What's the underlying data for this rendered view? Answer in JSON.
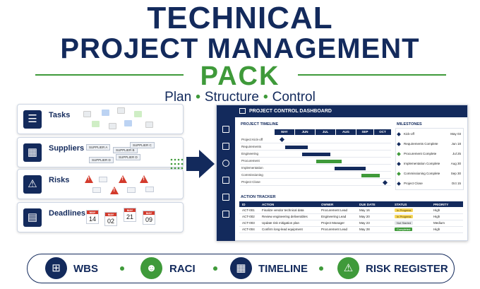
{
  "header": {
    "title_line1": "TECHNICAL",
    "title_line2": "PROJECT MANAGEMENT",
    "title_line3": "PACK",
    "tagline": [
      "Plan",
      "Structure",
      "Control"
    ]
  },
  "colors": {
    "navy": "#132a5c",
    "green": "#3f9a3a",
    "red": "#d33a2c",
    "yellow": "#f6d75c"
  },
  "cards": [
    {
      "label": "Tasks",
      "icon": "checklist-icon"
    },
    {
      "label": "Suppliers",
      "icon": "supplier-boxes-icon"
    },
    {
      "label": "Risks",
      "icon": "warning-icon"
    },
    {
      "label": "Deadlines",
      "icon": "calendar-icon"
    }
  ],
  "suppliers": [
    "SUPPLIER A",
    "SUPPLIER B",
    "SUPPLIER C",
    "SUPPLIER D",
    "SUPPLIER D"
  ],
  "deadline_cards": [
    {
      "month": "MAY",
      "day": "14"
    },
    {
      "month": "MAY",
      "day": "02"
    },
    {
      "month": "MAY",
      "day": "21"
    },
    {
      "month": "MAY",
      "day": "09"
    }
  ],
  "dashboard": {
    "title": "PROJECT CONTROL DASHBOARD",
    "timeline_title": "PROJECT TIMELINE",
    "months": [
      "MAY",
      "JUN",
      "JUL",
      "AUG",
      "SEP",
      "OCT"
    ],
    "tasks": [
      "Project Kick-off",
      "Requirements",
      "Engineering",
      "Procurement",
      "Implementation",
      "Commissioning",
      "Project Close"
    ],
    "milestones_title": "MILESTONES",
    "milestones": [
      {
        "name": "Kick-off",
        "date": "May 03",
        "color": "#132a5c"
      },
      {
        "name": "Requirements Complete",
        "date": "Jun 18",
        "color": "#132a5c"
      },
      {
        "name": "Procurement Complete",
        "date": "Jul 25",
        "color": "#3f9a3a"
      },
      {
        "name": "Implementation Complete",
        "date": "Aug 30",
        "color": "#132a5c"
      },
      {
        "name": "Commissioning Complete",
        "date": "Sep 30",
        "color": "#3f9a3a"
      },
      {
        "name": "Project Close",
        "date": "Oct 15",
        "color": "#132a5c"
      }
    ],
    "tracker_title": "ACTION TRACKER",
    "tracker_headers": [
      "ID",
      "ACTION",
      "OWNER",
      "DUE DATE",
      "STATUS",
      "PRIORITY"
    ],
    "tracker_rows": [
      {
        "id": "ACT-001",
        "action": "Finalize vendor technical data",
        "owner": "Procurement Lead",
        "due": "May 16",
        "status": "In Progress",
        "priority": "High"
      },
      {
        "id": "ACT-002",
        "action": "Review engineering deliverables",
        "owner": "Engineering Lead",
        "due": "May 20",
        "status": "In Progress",
        "priority": "High"
      },
      {
        "id": "ACT-003",
        "action": "Update risk mitigation plan",
        "owner": "Project Manager",
        "due": "May 23",
        "status": "Not Started",
        "priority": "Medium"
      },
      {
        "id": "ACT-004",
        "action": "Confirm long-lead equipment",
        "owner": "Procurement Lead",
        "due": "May 28",
        "status": "Completed",
        "priority": "High"
      }
    ]
  },
  "bottom_items": [
    {
      "label": "WBS",
      "icon": "hierarchy-icon"
    },
    {
      "label": "RACI",
      "icon": "team-icon"
    },
    {
      "label": "TIMELINE",
      "icon": "calendar-icon"
    },
    {
      "label": "RISK REGISTER",
      "icon": "warning-icon"
    }
  ]
}
